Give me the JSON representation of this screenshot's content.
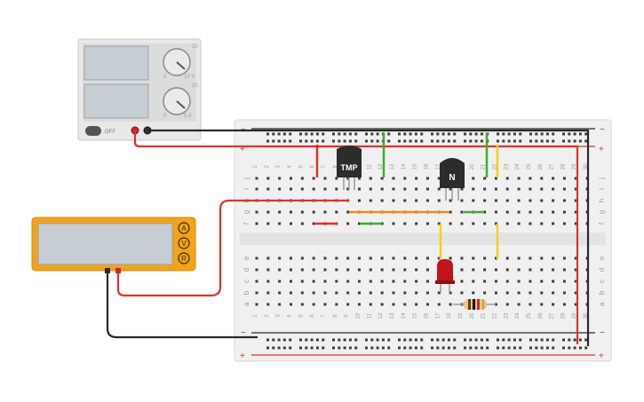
{
  "power_supply": {
    "off_label": "OFF",
    "knob1_max": "10",
    "knob1_min": "0",
    "knob1_unit": "10 V",
    "knob2_max": "10",
    "knob2_min": "0",
    "knob2_unit": "5 A"
  },
  "multimeter": {
    "mode_a": "A",
    "mode_v": "V",
    "mode_r": "R"
  },
  "breadboard": {
    "columns": 30,
    "row_letters_top": [
      "j",
      "i",
      "h",
      "g",
      "f"
    ],
    "row_letters_bottom": [
      "e",
      "d",
      "c",
      "b",
      "a"
    ],
    "rail_plus": "+",
    "rail_minus": "−"
  },
  "components": {
    "tmp_sensor_label": "TMP",
    "transistor_label": "N"
  },
  "colors": {
    "wire_red": "#e0312d",
    "wire_black": "#2a2a2a",
    "wire_green": "#3dae2b",
    "wire_yellow": "#f2d21b",
    "wire_orange": "#f08a1c",
    "multimeter_body": "#f2a31b",
    "led_red": "#c0141b"
  }
}
